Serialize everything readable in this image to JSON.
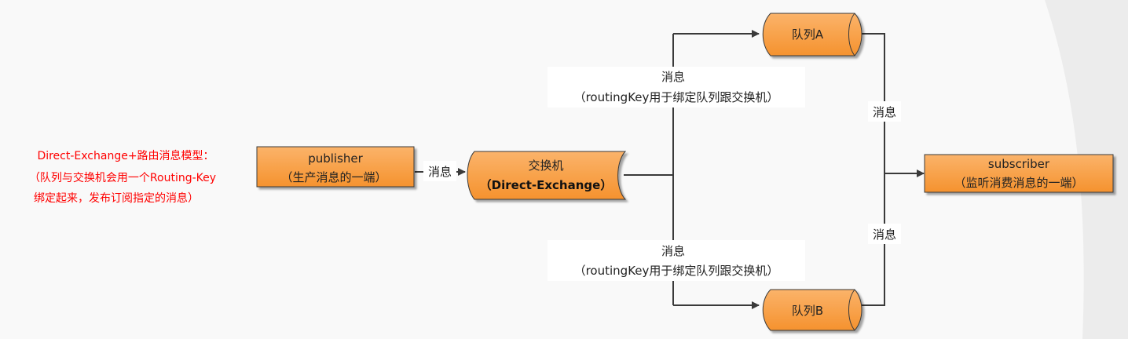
{
  "title_note": {
    "lines": [
      "Direct-Exchange+路由消息模型：",
      "（队列与交换机会用一个Routing-Key",
      "绑定起来，发布订阅指定的消息）"
    ],
    "color": "#ff0000"
  },
  "nodes": {
    "publisher": {
      "line1": "publisher",
      "line2": "（生产消息的一端）"
    },
    "exchange": {
      "line1": "交换机",
      "line2": "（Direct-Exchange）"
    },
    "queue_a": {
      "label": "队列A"
    },
    "queue_b": {
      "label": "队列B"
    },
    "subscriber": {
      "line1": "subscriber",
      "line2": "（监听消费消息的一端）"
    }
  },
  "edges": {
    "publisher_to_exchange": "消息",
    "exchange_to_queue_a": {
      "line1": "消息",
      "line2": "（routingKey用于绑定队列跟交换机）"
    },
    "exchange_to_queue_b": {
      "line1": "消息",
      "line2": "（routingKey用于绑定队列跟交换机）"
    },
    "queue_a_to_subscriber": "消息",
    "queue_b_to_subscriber": "消息"
  },
  "colors": {
    "node_fill_top": "#fbb36a",
    "node_fill_bottom": "#f5922e",
    "node_border": "#3a3a3a",
    "line": "#3a3a3a"
  }
}
